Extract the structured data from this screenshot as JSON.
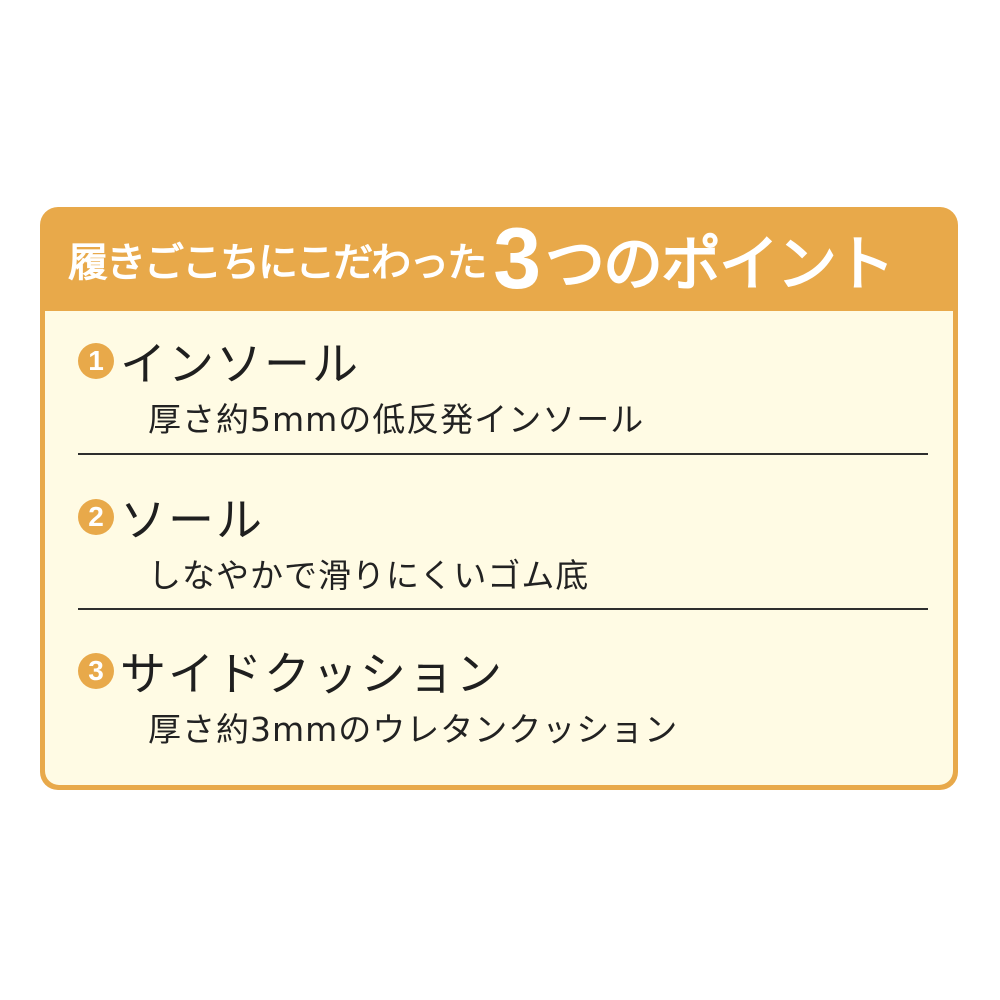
{
  "header": {
    "prefix": "履きごこちにこだわった",
    "number": "3",
    "suffix": "つのポイント"
  },
  "points": [
    {
      "number": "1",
      "title": "インソール",
      "description": "厚さ約5mmの低反発インソール"
    },
    {
      "number": "2",
      "title": "ソール",
      "description": "しなやかで滑りにくいゴム底"
    },
    {
      "number": "3",
      "title": "サイドクッション",
      "description": "厚さ約3mmのウレタンクッション"
    }
  ],
  "colors": {
    "accent": "#E8A94A",
    "panel_background": "#FFFBE4",
    "text": "#1f1f1f"
  }
}
